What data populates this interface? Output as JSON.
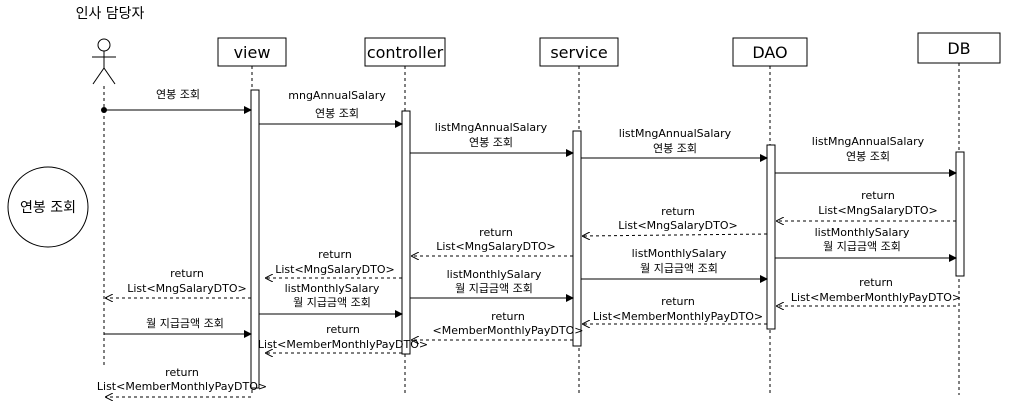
{
  "actor": {
    "name": "인사 담당자"
  },
  "participants": [
    {
      "id": "view",
      "label": "view"
    },
    {
      "id": "controller",
      "label": "controller"
    },
    {
      "id": "service",
      "label": "service"
    },
    {
      "id": "dao",
      "label": "DAO"
    },
    {
      "id": "db",
      "label": "DB"
    }
  ],
  "use_case": {
    "label": "연봉 조회"
  },
  "messages": [
    {
      "id": "m1",
      "lines": [
        "연봉 조회"
      ]
    },
    {
      "id": "m2",
      "lines": [
        "mngAnnualSalary",
        "연봉 조회"
      ]
    },
    {
      "id": "m3",
      "lines": [
        "listMngAnnualSalary",
        "연봉 조회"
      ]
    },
    {
      "id": "m4",
      "lines": [
        "listMngAnnualSalary",
        "연봉 조회"
      ]
    },
    {
      "id": "m5",
      "lines": [
        "listMngAnnualSalary",
        "연봉 조회"
      ]
    },
    {
      "id": "m6",
      "lines": [
        "return",
        "List<MngSalaryDTO>"
      ]
    },
    {
      "id": "m7",
      "lines": [
        "return",
        "List<MngSalaryDTO>"
      ]
    },
    {
      "id": "m8",
      "lines": [
        "return",
        "List<MngSalaryDTO>"
      ]
    },
    {
      "id": "m9",
      "lines": [
        "return",
        "List<MngSalaryDTO>"
      ]
    },
    {
      "id": "m10",
      "lines": [
        "return",
        "List<MngSalaryDTO>"
      ]
    },
    {
      "id": "m11",
      "lines": [
        "월 지급금액 조회"
      ]
    },
    {
      "id": "m12",
      "lines": [
        "listMonthlySalary",
        "월 지급금액 조회"
      ]
    },
    {
      "id": "m13",
      "lines": [
        "listMonthlySalary",
        "월 지급금액 조회"
      ]
    },
    {
      "id": "m14",
      "lines": [
        "listMonthlySalary",
        "월 지급금액 조회"
      ]
    },
    {
      "id": "m15",
      "lines": [
        "listMonthlySalary",
        "월 지급금액 조회"
      ]
    },
    {
      "id": "m16",
      "lines": [
        "return",
        "List<MemberMonthlyPayDTO>"
      ]
    },
    {
      "id": "m17",
      "lines": [
        "return",
        "List<MemberMonthlyPayDTO>"
      ]
    },
    {
      "id": "m18",
      "lines": [
        "return",
        "<MemberMonthlyPayDTO>"
      ]
    },
    {
      "id": "m19",
      "lines": [
        "return",
        "List<MemberMonthlyPayDTO>"
      ]
    },
    {
      "id": "m20",
      "lines": [
        "return",
        "List<MemberMonthlyPayDTO>"
      ]
    }
  ]
}
